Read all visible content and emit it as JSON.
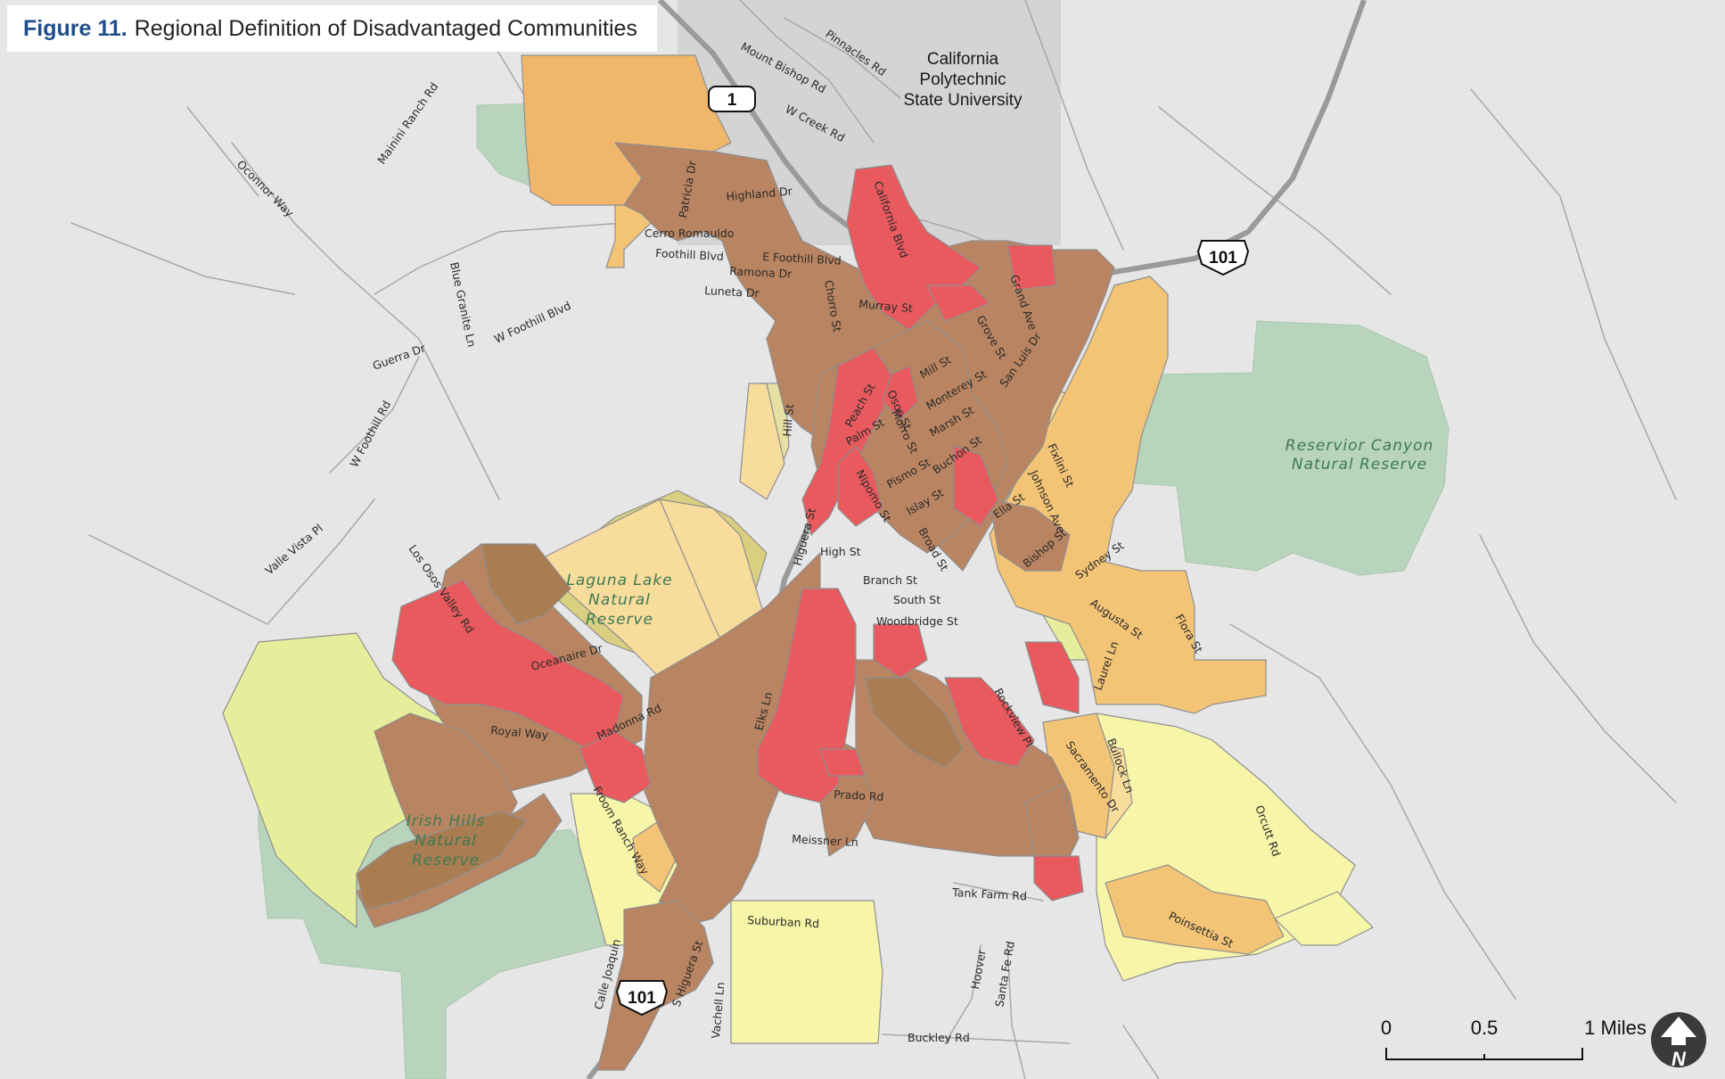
{
  "figure": {
    "label": "Figure 11.",
    "title": "Regional Definition of Disadvantaged Communities"
  },
  "colors": {
    "background": "#e6e6e6",
    "university": "#d4d4d4",
    "open_space": "#b9d4bd",
    "high": "#e85a5e",
    "elevated": "#b98461",
    "moderate": "#f3c476",
    "low_moderate": "#f8dc9c",
    "low": "#f7f5a8",
    "minimal": "#e6ee9c"
  },
  "places": {
    "university": [
      "California",
      "Polytechnic",
      "State University"
    ]
  },
  "parks": {
    "laguna": [
      "Laguna Lake",
      "Natural",
      "Reserve"
    ],
    "reservoir": [
      "Reservior Canyon",
      "Natural Reserve"
    ],
    "irish": [
      "Irish Hills",
      "Natural",
      "Reserve"
    ]
  },
  "highways": {
    "route1": "1",
    "us101_north": "101",
    "us101_south": "101"
  },
  "streets": {
    "pinnacles": "Pinnacles Rd",
    "mount_bishop": "Mount Bishop Rd",
    "w_creek": "W Creek Rd",
    "mainini": "Mainini Ranch Rd",
    "oconnor": "Oconnor Way",
    "blue_granite": "Blue Granite Ln",
    "guerra": "Guerra Dr",
    "w_foothill_1": "W Foothill Blvd",
    "w_foothill_2": "W Foothill Rd",
    "patricia": "Patricia Dr",
    "highland": "Highland Dr",
    "cerro_romauldo": "Cerro Romauldo",
    "foothill": "Foothill Blvd",
    "e_foothill": "E Foothill Blvd",
    "ramona": "Ramona Dr",
    "luneta": "Luneta Dr",
    "california": "California Blvd",
    "chorro": "Chorro St",
    "murray": "Murray St",
    "grand": "Grand Ave",
    "grove": "Grove St",
    "san_luis": "San Luis Dr",
    "mill": "Mill St",
    "monterey": "Monterey St",
    "marsh": "Marsh St",
    "hill": "Hill St",
    "peach": "Peach St",
    "osos": "Osos St",
    "morro": "Morro St",
    "palm": "Palm St",
    "pismo": "Pismo St",
    "buchon": "Buchon St",
    "nipomo": "Nipomo St",
    "islay": "Islay St",
    "fixlini": "Fixlini St",
    "johnson": "Johnson Ave",
    "ella": "Ella St",
    "bishop": "Bishop St",
    "higuera": "Higuera St",
    "high": "High St",
    "broad": "Broad St",
    "branch": "Branch St",
    "south": "South St",
    "woodbridge": "Woodbridge St",
    "sydney": "Sydney St",
    "augusta": "Augusta St",
    "flora": "Flora St",
    "laurel": "Laurel Ln",
    "valle_vista": "Valle Vista Pl",
    "los_osos": "Los Osos Valley Rd",
    "oceanaire": "Oceanaire Dr",
    "royal": "Royal Way",
    "madonna": "Madonna Rd",
    "froom": "Froom Ranch Way",
    "elks": "Elks Ln",
    "rockview": "Rockview Pl",
    "bullock": "Bullock Ln",
    "sacramento": "Sacramento Dr",
    "prado": "Prado Rd",
    "orcutt": "Orcutt Rd",
    "meissner": "Meissner Ln",
    "tank_farm": "Tank Farm Rd",
    "poinsettia": "Poinsettia St",
    "suburban": "Suburban Rd",
    "calle_joaquin": "Calle Joaquin",
    "s_higuera": "S Higuera St",
    "vachell": "Vachell Ln",
    "hoover": "Hoover",
    "santa_fe": "Santa Fe Rd",
    "buckley": "Buckley Rd"
  },
  "scale_bar": {
    "ticks": [
      "0",
      "0.5",
      "1 Miles"
    ]
  },
  "north_arrow": {
    "letter": "N",
    "icon": "north-arrow-icon"
  }
}
